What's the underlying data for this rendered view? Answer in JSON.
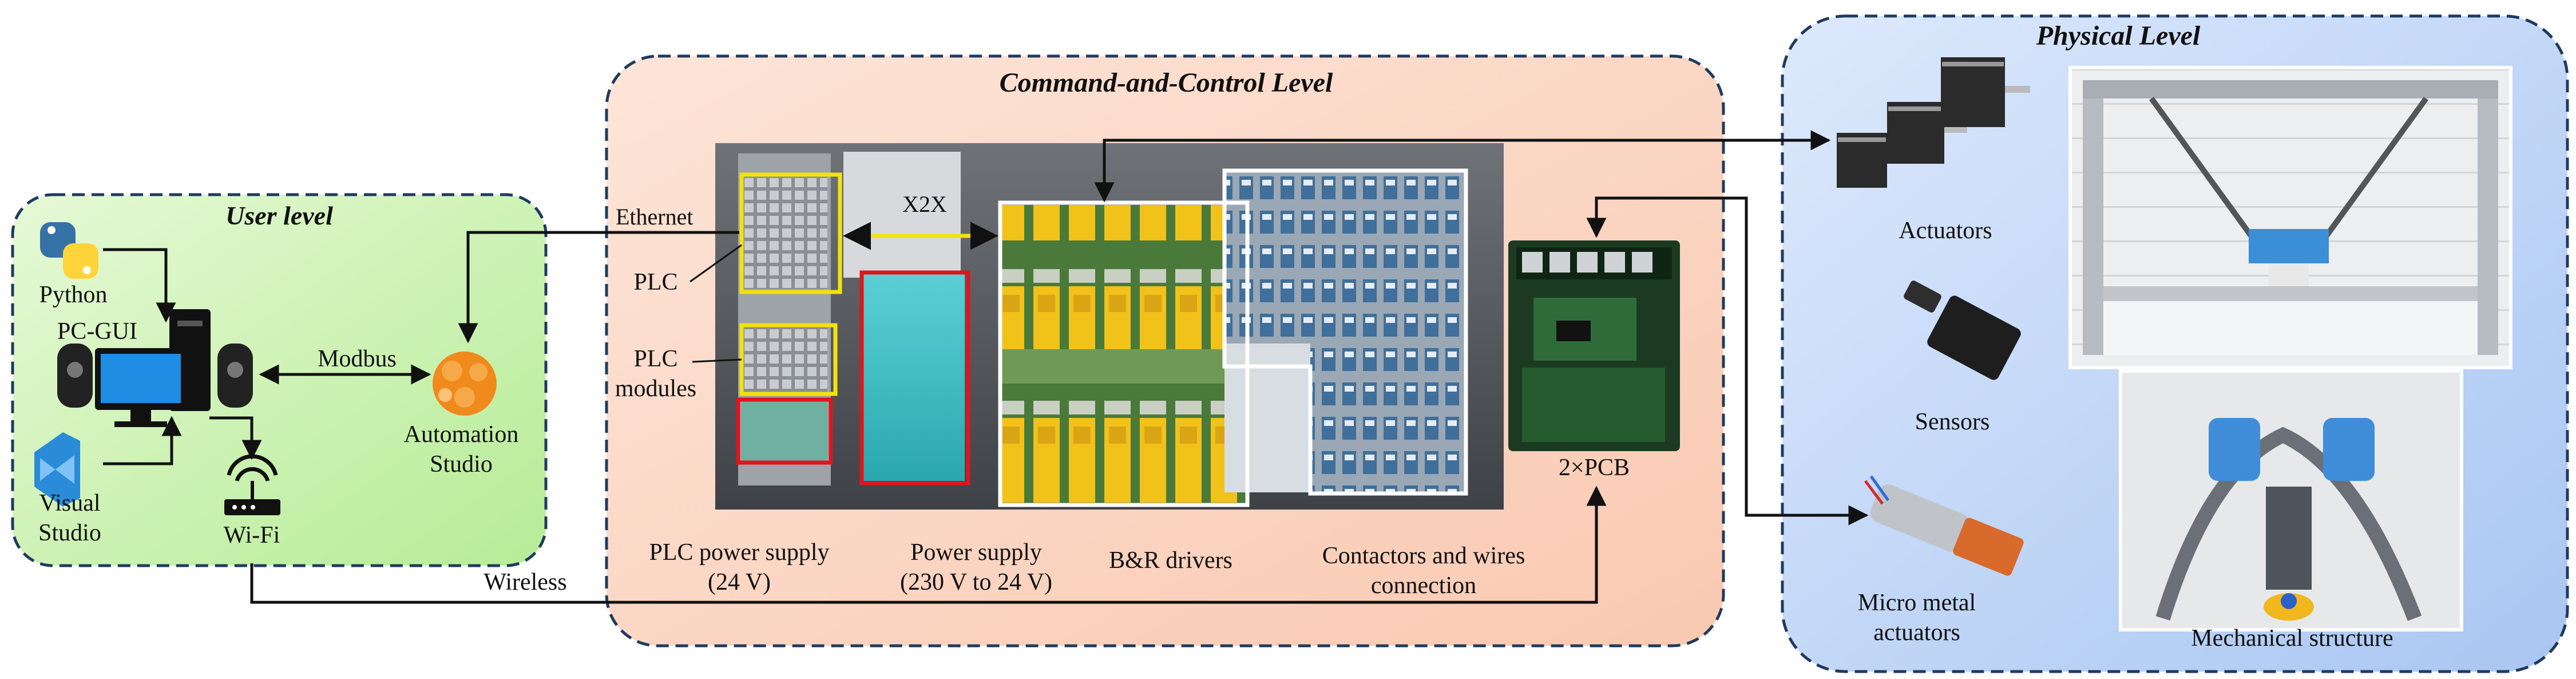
{
  "panels": {
    "user": {
      "title": "User level",
      "fill": "#d9f5c4"
    },
    "command": {
      "title": "Command-and-Control Level",
      "fill": "#fbd9c7"
    },
    "physical": {
      "title": "Physical Level",
      "fill": "#cfe0fa"
    }
  },
  "user_level": {
    "python": "Python",
    "pc_gui": "PC-GUI",
    "visual_line1": "Visual",
    "visual_line2": "Studio",
    "wifi": "Wi-Fi",
    "modbus": "Modbus",
    "automation_line1": "Automation",
    "automation_line2": "Studio"
  },
  "command_level": {
    "ethernet": "Ethernet",
    "plc": "PLC",
    "x2x": "X2X",
    "plc_modules_line1": "PLC",
    "plc_modules_line2": "modules",
    "plc_power_line1": "PLC power supply",
    "plc_power_line2": "(24 V)",
    "power_line1": "Power supply",
    "power_line2": "(230 V to 24 V)",
    "drivers": "B&R drivers",
    "contactors_line1": "Contactors and wires",
    "contactors_line2": "connection",
    "pcb": "2×PCB",
    "wireless": "Wireless"
  },
  "physical_level": {
    "actuators": "Actuators",
    "sensors": "Sensors",
    "micro_line1": "Micro metal",
    "micro_line2": "actuators",
    "mechanical": "Mechanical structure"
  },
  "colors": {
    "arrow": "#111111",
    "highlight_yellow": "#f2e20d",
    "highlight_red": "#e0141e",
    "highlight_white": "#ffffff",
    "border": "#1f3a5f"
  }
}
